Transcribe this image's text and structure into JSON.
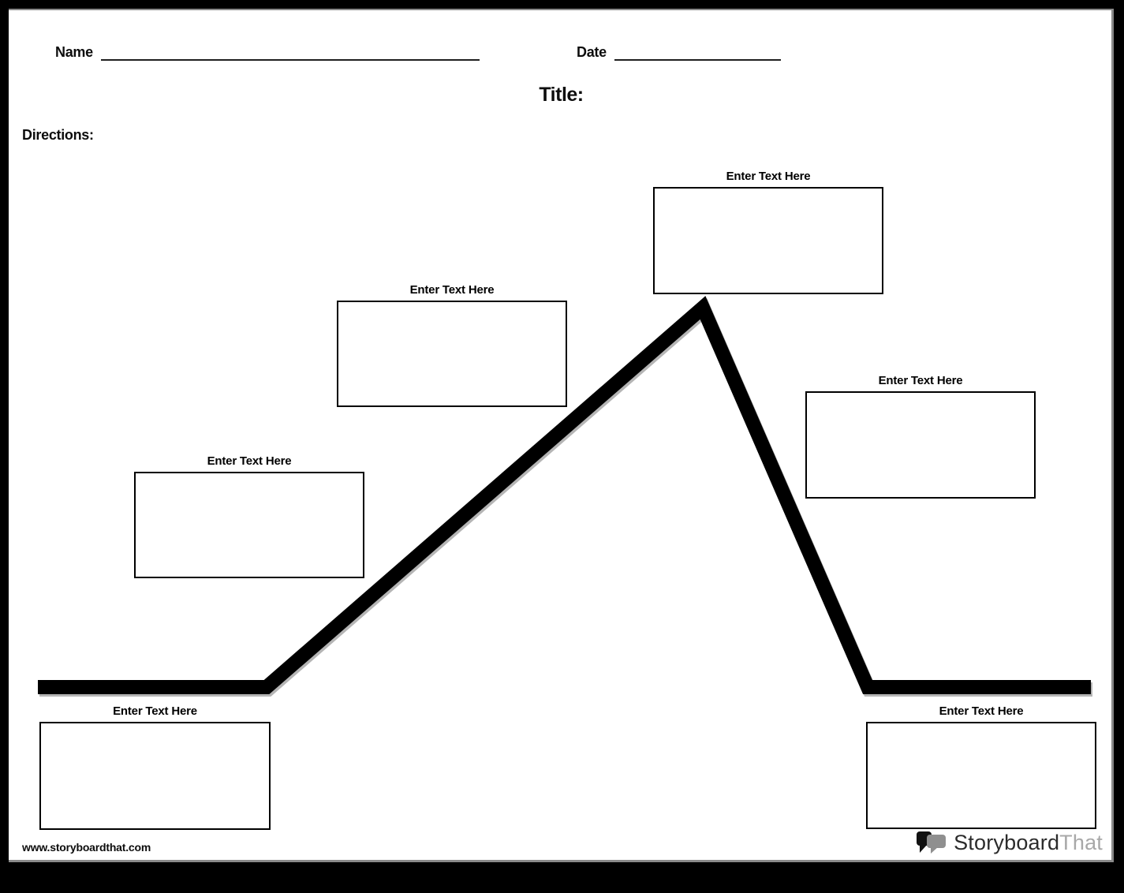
{
  "header": {
    "name_label": "Name",
    "date_label": "Date",
    "title_label": "Title:",
    "directions_label": "Directions:"
  },
  "boxes": [
    {
      "label": "Enter Text Here"
    },
    {
      "label": "Enter Text Here"
    },
    {
      "label": "Enter Text Here"
    },
    {
      "label": "Enter Text Here"
    },
    {
      "label": "Enter Text Here"
    },
    {
      "label": "Enter Text Here"
    }
  ],
  "footer": {
    "url": "www.storyboardthat.com",
    "logo_storyboard": "Storyboard",
    "logo_that": "That"
  },
  "colors": {
    "frame": "#000000",
    "page_background": "#ffffff",
    "plot_line": "#000000",
    "line_shadow": "#b5b5b5",
    "logo_that_gray": "#a8a8a8",
    "logo_bubble_black": "#111111",
    "logo_bubble_gray": "#8f8f8f"
  }
}
